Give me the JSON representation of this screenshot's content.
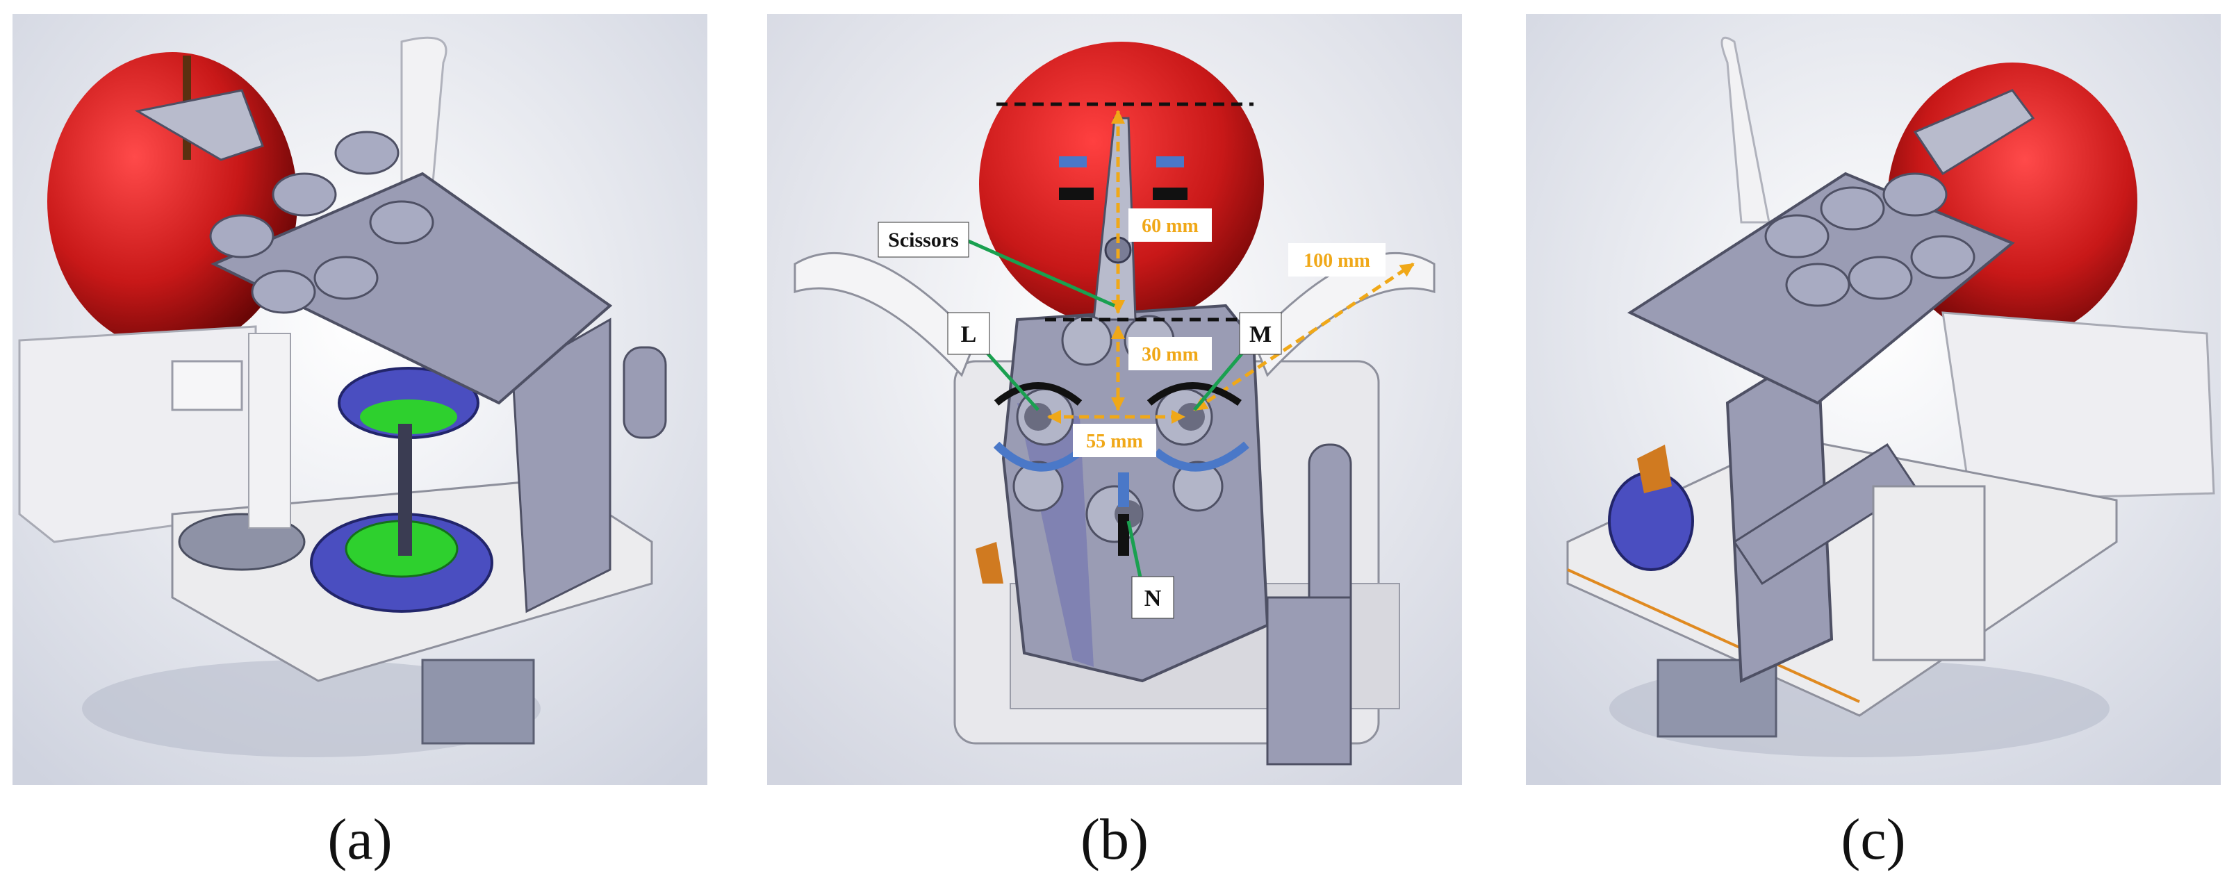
{
  "captions": {
    "a": "(a)",
    "b": "(b)",
    "c": "(c)"
  },
  "panel_b": {
    "labels": {
      "scissors": "Scissors",
      "l": "L",
      "m": "M",
      "n": "N"
    },
    "dimensions": {
      "d60": "60 mm",
      "d30": "30 mm",
      "d55": "55 mm",
      "d100": "100 mm"
    }
  },
  "colors": {
    "apple": "#c81818",
    "mechanism_gray": "#9a9cb4",
    "gear_blue": "#4a4ec0",
    "gear_green": "#2ed02e",
    "base_white": "#ececee",
    "dimension_yellow": "#f0a818",
    "leader_green": "#1aa050",
    "arrow_blue": "#4a78c8"
  }
}
